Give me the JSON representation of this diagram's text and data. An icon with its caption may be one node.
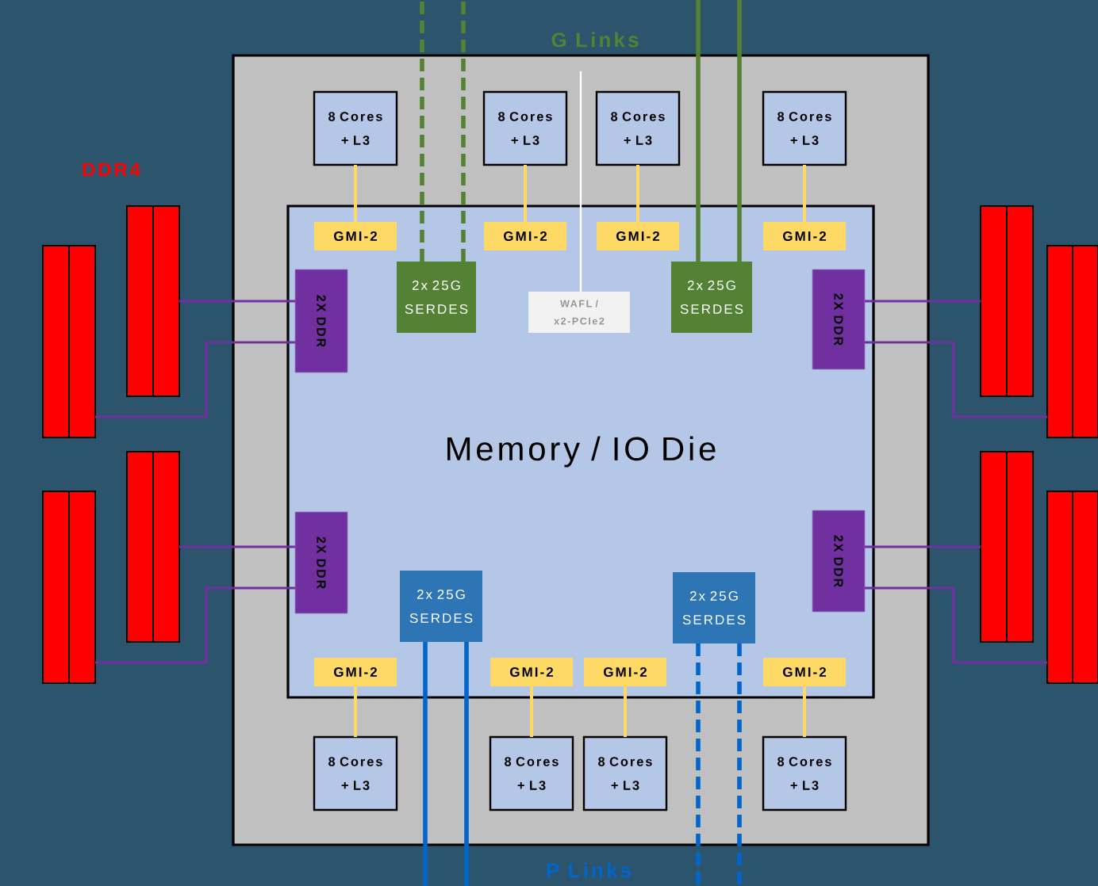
{
  "diagram": {
    "nodes": [
      {
        "text": [],
        "shape": "box"
      },
      {
        "text": [
          "Memory / IO Die"
        ],
        "in": 0
      },
      {
        "text": [
          "8 Cores + L3"
        ],
        "in": 0
      },
      {
        "text": [
          "8 Cores + L3"
        ],
        "in": 0
      },
      {
        "text": [
          "8 Cores + L3"
        ],
        "in": 0
      },
      {
        "text": [
          "8 Cores + L3"
        ],
        "in": 0
      },
      {
        "text": [
          "GMI-2"
        ],
        "in": 1
      },
      {
        "text": [
          "GMI-2"
        ],
        "in": 1
      },
      {
        "text": [
          "GMI-2"
        ],
        "in": 1
      },
      {
        "text": [
          "GMI-2"
        ],
        "in": 1
      },
      {
        "text": [
          "2x 25G SERDES"
        ],
        "in": 1
      },
      {
        "text": [
          "WAFL / x2-PCIe2"
        ],
        "in": 1
      },
      {
        "text": [
          "2x 25G SERDES"
        ],
        "in": 1
      },
      {
        "text": [
          "2X DDR"
        ],
        "in": 1
      },
      {
        "text": [
          "2X DDR"
        ],
        "in": 1
      },
      {
        "text": [
          "2X DDR"
        ],
        "in": 1
      },
      {
        "text": [
          "2X DDR"
        ],
        "in": 1
      },
      {
        "text": [
          "2x 25G SERDES"
        ],
        "in": 1
      },
      {
        "text": [
          "2x 25G SERDES"
        ],
        "in": 1
      },
      {
        "text": [
          "GMI-2"
        ],
        "in": 1
      },
      {
        "text": [
          "GMI-2"
        ],
        "in": 1
      },
      {
        "text": [
          "GMI-2"
        ],
        "in": 1
      },
      {
        "text": [
          "GMI-2"
        ],
        "in": 1
      },
      {
        "text": [
          "8 Cores + L3"
        ],
        "in": 0
      },
      {
        "text": [
          "8 Cores + L3"
        ],
        "in": 0
      },
      {
        "text": [
          "8 Cores + L3"
        ],
        "in": 0
      },
      {
        "text": [
          "8 Cores + L3"
        ],
        "in": 0
      },
      {
        "text": [],
        "shape": "bar"
      },
      {
        "text": [],
        "shape": "bar"
      },
      {
        "text": [],
        "shape": "bar"
      },
      {
        "text": [],
        "shape": "bar"
      },
      {
        "text": [],
        "shape": "bar"
      },
      {
        "text": [],
        "shape": "bar"
      },
      {
        "text": [],
        "shape": "bar"
      },
      {
        "text": [],
        "shape": "bar"
      }
    ],
    "edges": [
      {
        "from": 2,
        "to": 6,
        "arrow": "none",
        "color": "#ffd966"
      },
      {
        "from": 3,
        "to": 7,
        "arrow": "none",
        "color": "#ffd966"
      },
      {
        "from": 4,
        "to": 8,
        "arrow": "none",
        "color": "#ffd966"
      },
      {
        "from": 5,
        "to": 9,
        "arrow": "none",
        "color": "#ffd966"
      },
      {
        "from": 10,
        "to": null,
        "arrow": "none",
        "style": "dashed",
        "color": "#548235"
      },
      {
        "from": 10,
        "to": null,
        "arrow": "none",
        "style": "dashed",
        "color": "#548235"
      },
      {
        "from": 11,
        "to": null,
        "arrow": "none",
        "color": "#ffffff"
      },
      {
        "from": 12,
        "to": null,
        "arrow": "none",
        "color": "#548235"
      },
      {
        "from": 12,
        "to": null,
        "arrow": "none",
        "color": "#548235"
      },
      {
        "from": 13,
        "to": 28,
        "arrow": "none",
        "color": "#7030a0"
      },
      {
        "from": 13,
        "to": 27,
        "arrow": "none",
        "color": "#7030a0"
      },
      {
        "from": 14,
        "to": 29,
        "arrow": "none",
        "color": "#7030a0"
      },
      {
        "from": 14,
        "to": 30,
        "arrow": "none",
        "color": "#7030a0"
      },
      {
        "from": 15,
        "to": 32,
        "arrow": "none",
        "color": "#7030a0"
      },
      {
        "from": 15,
        "to": 31,
        "arrow": "none",
        "color": "#7030a0"
      },
      {
        "from": 16,
        "to": 33,
        "arrow": "none",
        "color": "#7030a0"
      },
      {
        "from": 16,
        "to": 34,
        "arrow": "none",
        "color": "#7030a0"
      },
      {
        "from": 17,
        "to": null,
        "arrow": "none",
        "color": "#0066cc"
      },
      {
        "from": 17,
        "to": null,
        "arrow": "none",
        "color": "#0066cc"
      },
      {
        "from": 18,
        "to": null,
        "arrow": "none",
        "style": "dashed",
        "color": "#0066cc"
      },
      {
        "from": 18,
        "to": null,
        "arrow": "none",
        "style": "dashed",
        "color": "#0066cc"
      },
      {
        "from": 23,
        "to": 19,
        "arrow": "none",
        "color": "#ffd966"
      },
      {
        "from": 24,
        "to": 20,
        "arrow": "none",
        "color": "#ffd966"
      },
      {
        "from": 25,
        "to": 21,
        "arrow": "none",
        "color": "#ffd966"
      },
      {
        "from": 26,
        "to": 22,
        "arrow": "none",
        "color": "#ffd966"
      }
    ],
    "labels": [
      "G Links",
      "DDR4",
      "P Links"
    ]
  }
}
